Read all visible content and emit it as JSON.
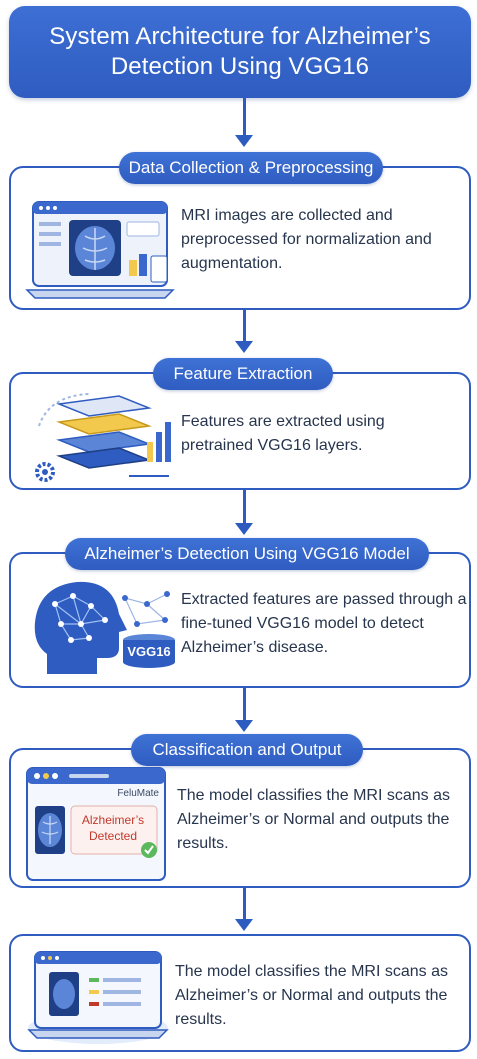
{
  "title": {
    "line1": "System Architecture for Alzheimer’s",
    "line2": "Detection Using VGG16"
  },
  "colors": {
    "primary": "#2f5cc0",
    "text": "#27354d",
    "accent_yellow": "#f2c94c",
    "accent_red": "#c0392b",
    "accent_green": "#5cb85c"
  },
  "stages": [
    {
      "label": "Data Collection & Preprocessing",
      "icon": "laptop-brain-mri-icon",
      "desc": [
        "MRI images are collected and",
        "preprocessed for normalization and",
        "augmentation."
      ]
    },
    {
      "label": "Feature Extraction",
      "icon": "layer-stack-gear-icon",
      "desc": [
        "Features are extracted using",
        "pretrained VGG16 layers."
      ]
    },
    {
      "label": "Alzheimer’s Detection Using VGG16 Model",
      "icon": "head-neural-network-icon",
      "badge": "VGG16",
      "desc": [
        "Extracted features are passed through a",
        "fine-tuned VGG16 model to detect",
        "Alzheimer’s disease."
      ]
    },
    {
      "label": "Classification and Output",
      "icon": "result-window-icon",
      "window_title": "FeluMate",
      "result": [
        "Alzheimer’s",
        "Detected"
      ],
      "desc": [
        "The model classifies the MRI scans as",
        "Alzheimer’s or Normal and outputs the",
        "results."
      ]
    },
    {
      "label": "",
      "icon": "dashboard-laptop-icon",
      "desc": [
        "The model classifies the MRI scans as",
        "Alzheimer’s or Normal and outputs the",
        "results."
      ]
    }
  ]
}
